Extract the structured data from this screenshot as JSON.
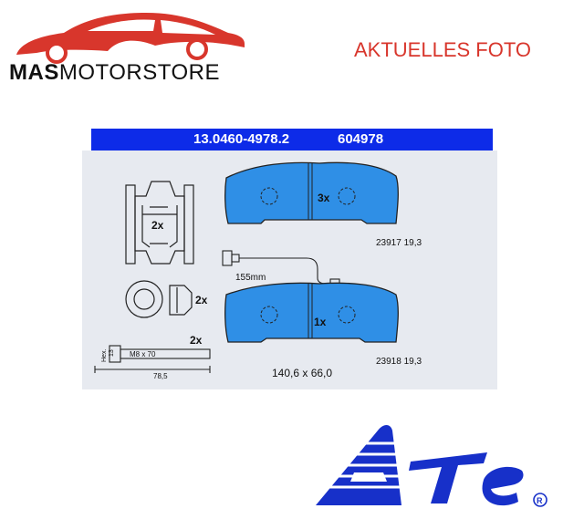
{
  "store": {
    "name_bold": "MAS",
    "name_rest": "MOTORSTORE"
  },
  "photo_label": "AKTUELLES FOTO",
  "reference": {
    "part_number": "13.0460-4978.2",
    "code": "604978"
  },
  "diagram": {
    "clip_qty": "2x",
    "cap_qty": "2x",
    "bolt_qty": "2x",
    "bolt_label": "M8 x 70",
    "bolt_hex_label": "Hex.",
    "bolt_hex_size": "13",
    "bolt_length": "78,5",
    "pad_upper_qty": "3x",
    "pad_upper_code": "23917 19,3",
    "sensor_length": "155mm",
    "pad_lower_qty": "1x",
    "pad_lower_code": "23918 19,3",
    "pad_dimensions": "140,6 x 66,0"
  },
  "colors": {
    "pad_blue": "#2f8fe6",
    "bar_blue": "#0d2be8",
    "brand_blue": "#1730c9",
    "accent_red": "#d8362c"
  }
}
